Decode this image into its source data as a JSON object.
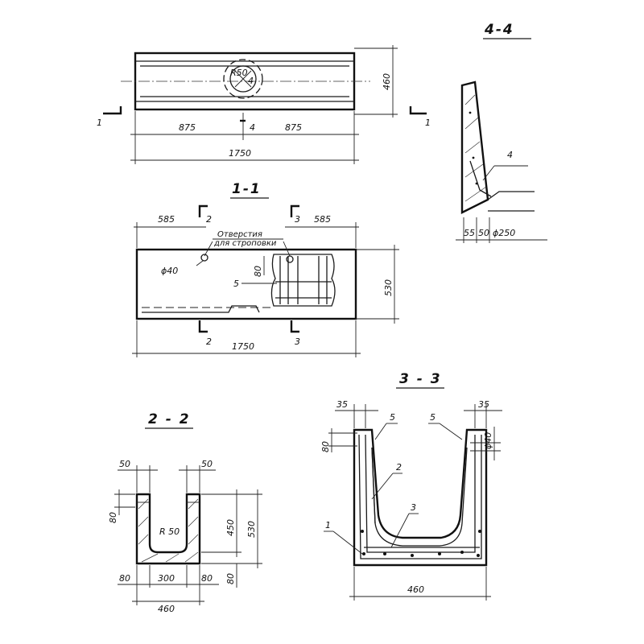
{
  "views": {
    "plan": {
      "length": "1750",
      "half_left": "875",
      "half_right": "875",
      "width": "460",
      "hole_radius": "R50",
      "section_mark": "1",
      "view_mark": "4"
    },
    "section_1_1": {
      "title": "1-1",
      "left_offset": "585",
      "right_offset": "585",
      "length": "1750",
      "height": "530",
      "hole_label": "ϕ40",
      "hole_note_line1": "Отверстия",
      "hole_note_line2": "для строповки",
      "dim_80": "80",
      "callout_5": "5",
      "cut_2": "2",
      "cut_3": "3"
    },
    "section_2_2": {
      "title": "2 - 2",
      "wall_left": "50",
      "wall_right": "50",
      "dim_80_top": "80",
      "inner_height": "450",
      "total_height": "530",
      "radius": "R 50",
      "base_left": "80",
      "base_inner": "300",
      "base_right": "80",
      "bottom_80": "80",
      "total_width": "460"
    },
    "section_3_3": {
      "title": "3 - 3",
      "top_left": "35",
      "top_right": "35",
      "callout_5a": "5",
      "callout_5b": "5",
      "dim_80": "80",
      "hole_dia": "ϕ40",
      "callout_1": "1",
      "callout_2": "2",
      "callout_3": "3",
      "total_width": "460"
    },
    "section_4_4": {
      "title": "4-4",
      "callout_4": "4",
      "dim_55": "55",
      "dim_50": "50",
      "pipe_dia": "ϕ250"
    }
  }
}
